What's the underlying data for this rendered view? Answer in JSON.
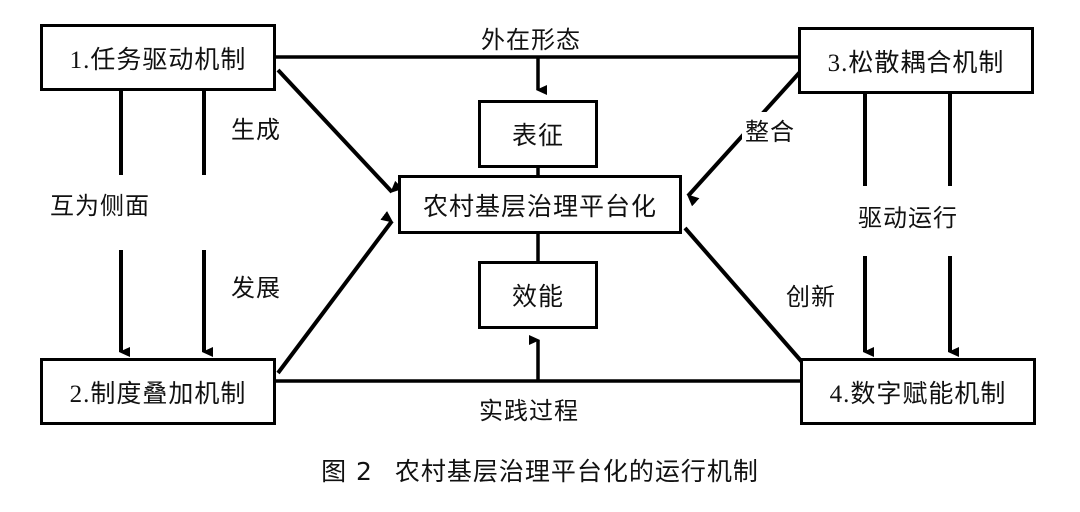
{
  "figure": {
    "caption_number": "图 2",
    "caption_text": "农村基层治理平台化的运行机制",
    "ink_color": "#000000",
    "background_color": "#ffffff"
  },
  "nodes": {
    "mechanism_1": {
      "label": "1.任务驱动机制"
    },
    "mechanism_2": {
      "label": "2.制度叠加机制"
    },
    "mechanism_3": {
      "label": "3.松散耦合机制"
    },
    "mechanism_4": {
      "label": "4.数字赋能机制"
    },
    "center": {
      "label": "农村基层治理平台化"
    },
    "representation": {
      "label": "表征"
    },
    "efficacy": {
      "label": "效能"
    }
  },
  "edge_labels": {
    "external_form": "外在形态",
    "generate": "生成",
    "mutual_aspects": "互为侧面",
    "develop": "发展",
    "integrate": "整合",
    "drive_operation": "驱动运行",
    "innovate": "创新",
    "practice_process": "实践过程"
  },
  "chart_data": {
    "type": "diagram",
    "title": "农村基层治理平台化的运行机制",
    "nodes": [
      {
        "id": "mechanism_1",
        "label": "1.任务驱动机制",
        "position": "top-left"
      },
      {
        "id": "mechanism_2",
        "label": "2.制度叠加机制",
        "position": "bottom-left"
      },
      {
        "id": "mechanism_3",
        "label": "3.松散耦合机制",
        "position": "top-right"
      },
      {
        "id": "mechanism_4",
        "label": "4.数字赋能机制",
        "position": "bottom-right"
      },
      {
        "id": "center",
        "label": "农村基层治理平台化",
        "position": "center"
      },
      {
        "id": "representation",
        "label": "表征",
        "position": "center-above"
      },
      {
        "id": "efficacy",
        "label": "效能",
        "position": "center-below"
      }
    ],
    "edges": [
      {
        "from": "mechanism_1",
        "to": "mechanism_3",
        "label": "外在形态",
        "style": "line",
        "arrow": "none"
      },
      {
        "from": "mechanism_1",
        "to": "center",
        "label": "生成",
        "style": "diagonal",
        "arrow": "to"
      },
      {
        "from": "mechanism_1",
        "to": "mechanism_2",
        "label": "互为侧面",
        "style": "double-vertical",
        "arrow": "to"
      },
      {
        "from": "mechanism_2",
        "to": "center",
        "label": "发展",
        "style": "diagonal",
        "arrow": "to"
      },
      {
        "from": "mechanism_3",
        "to": "center",
        "label": "整合",
        "style": "diagonal",
        "arrow": "to"
      },
      {
        "from": "mechanism_3",
        "to": "mechanism_4",
        "label": "驱动运行",
        "style": "double-vertical",
        "arrow": "to"
      },
      {
        "from": "center",
        "to": "mechanism_4",
        "label": "创新",
        "style": "diagonal",
        "arrow": "none"
      },
      {
        "from": "mechanism_2",
        "to": "mechanism_4",
        "label": "实践过程",
        "style": "line",
        "arrow": "none"
      },
      {
        "from": "external_form_line",
        "to": "representation",
        "label": "",
        "style": "vertical",
        "arrow": "to"
      },
      {
        "from": "practice_line",
        "to": "efficacy",
        "label": "",
        "style": "vertical",
        "arrow": "to"
      },
      {
        "from": "representation",
        "to": "center",
        "label": "",
        "style": "vertical",
        "arrow": "none"
      },
      {
        "from": "center",
        "to": "efficacy",
        "label": "",
        "style": "vertical",
        "arrow": "none"
      }
    ]
  }
}
